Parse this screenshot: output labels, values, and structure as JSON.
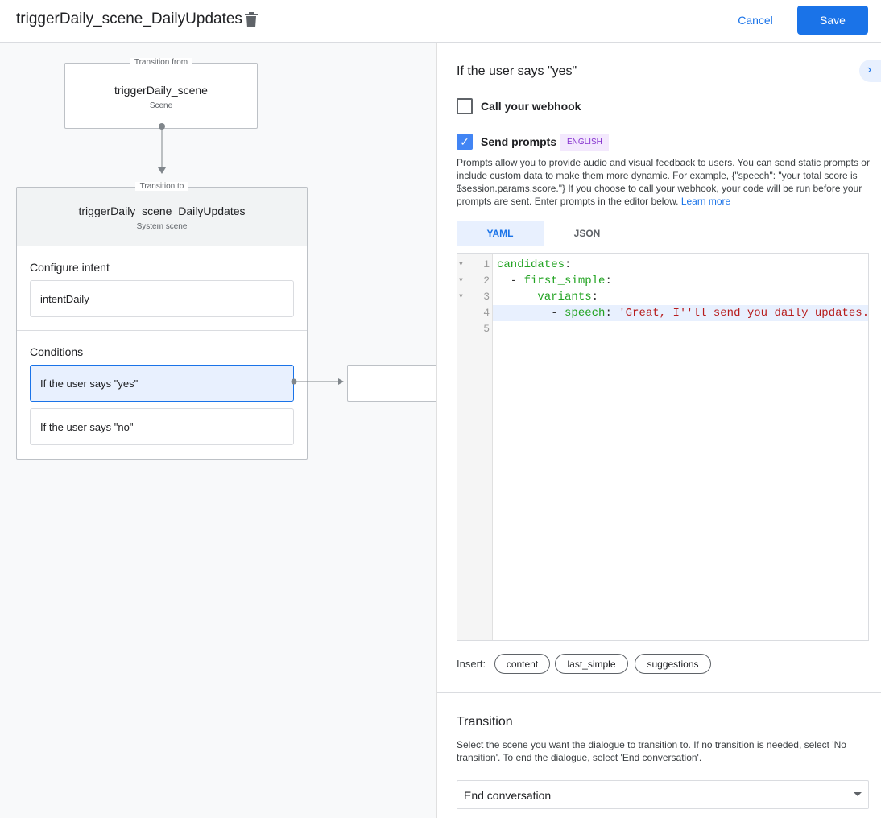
{
  "header": {
    "title": "triggerDaily_scene_DailyUpdates",
    "cancel": "Cancel",
    "save": "Save"
  },
  "canvas": {
    "from": {
      "legend": "Transition from",
      "name": "triggerDaily_scene",
      "type": "Scene"
    },
    "to": {
      "legend": "Transition to",
      "name": "triggerDaily_scene_DailyUpdates",
      "type": "System scene"
    },
    "configure_intent_label": "Configure intent",
    "intent": "intentDaily",
    "conditions_label": "Conditions",
    "conditions": [
      "If the user says \"yes\"",
      "If the user says \"no\""
    ]
  },
  "panel": {
    "title": "If the user says \"yes\"",
    "webhook_label": "Call your webhook",
    "webhook_checked": false,
    "prompts_label": "Send prompts",
    "prompts_checked": true,
    "language_badge": "ENGLISH",
    "description": "Prompts allow you to provide audio and visual feedback to users. You can send static prompts or include custom data to make them more dynamic. For example, {\"speech\": \"your total score is $session.params.score.\"} If you choose to call your webhook, your code will be run before your prompts are sent. Enter prompts in the editor below.",
    "learn_more": "Learn more",
    "tabs": [
      "YAML",
      "JSON"
    ],
    "active_tab": "YAML",
    "code_line_numbers": [
      "1",
      "2",
      "3",
      "4",
      "5"
    ],
    "insert_label": "Insert:",
    "insert_chips": [
      "content",
      "last_simple",
      "suggestions"
    ],
    "transition_title": "Transition",
    "transition_desc": "Select the scene you want the dialogue to transition to. If no transition is needed, select 'No transition'. To end the dialogue, select 'End conversation'.",
    "transition_value": "End conversation"
  },
  "colors": {
    "accent": "#1a73e8",
    "selected": "#e8f0fe",
    "badge_bg": "#f3e8fd",
    "badge_text": "#8430ce"
  }
}
